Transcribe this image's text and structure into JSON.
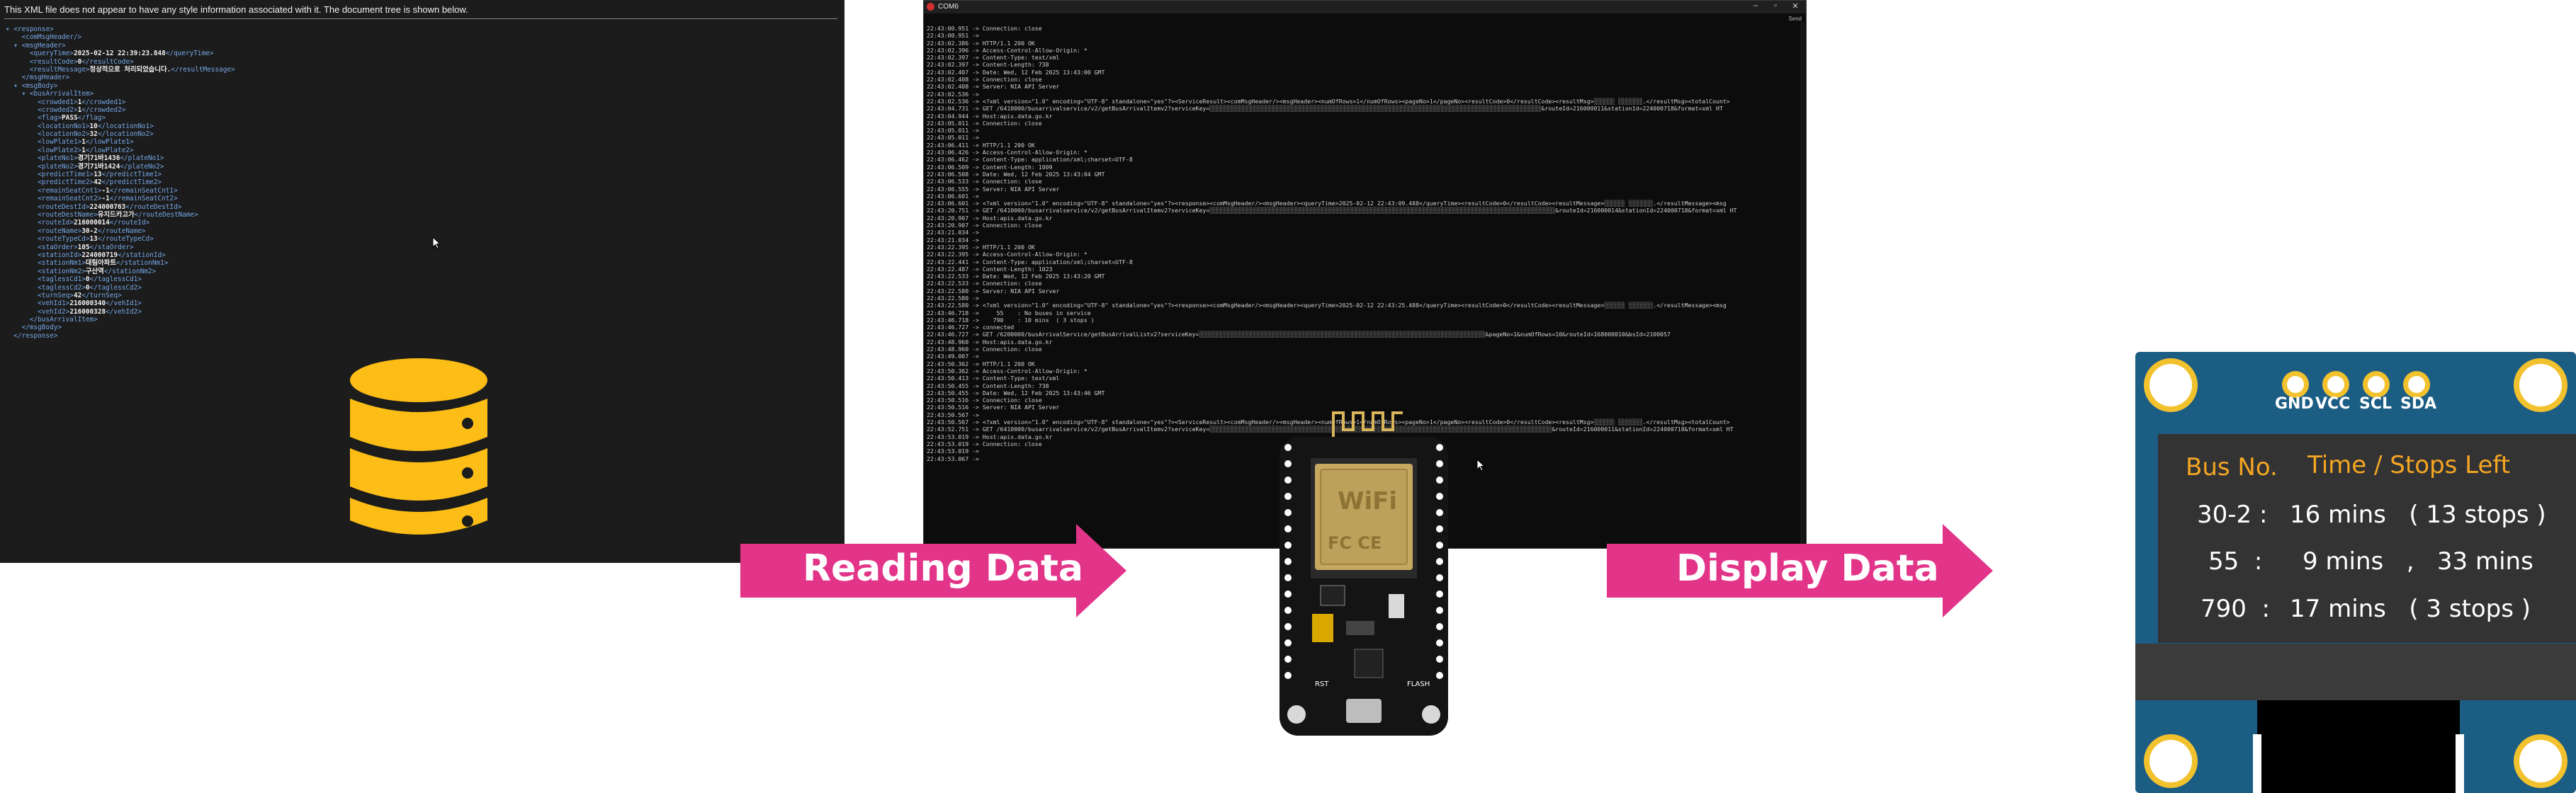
{
  "xml_view": {
    "notice": "This XML file does not appear to have any style information associated with it. The document tree is shown below.",
    "lines": [
      {
        "t": "▾ <response>"
      },
      {
        "t": "    <comMsgHeader/>"
      },
      {
        "t": "  ▾ <msgHeader>"
      },
      {
        "t": "      <queryTime>",
        "v": "2025-02-12 22:39:23.848",
        "c": "</queryTime>"
      },
      {
        "t": "      <resultCode>",
        "v": "0",
        "c": "</resultCode>"
      },
      {
        "t": "      <resultMessage>",
        "v": "정상적으로 처리되었습니다.",
        "c": "</resultMessage>"
      },
      {
        "t": "    </msgHeader>"
      },
      {
        "t": "  ▾ <msgBody>"
      },
      {
        "t": "    ▾ <busArrivalItem>"
      },
      {
        "t": "        <crowded1>",
        "v": "1",
        "c": "</crowded1>"
      },
      {
        "t": "        <crowded2>",
        "v": "1",
        "c": "</crowded2>"
      },
      {
        "t": "        <flag>",
        "v": "PASS",
        "c": "</flag>"
      },
      {
        "t": "        <locationNo1>",
        "v": "10",
        "c": "</locationNo1>"
      },
      {
        "t": "        <locationNo2>",
        "v": "32",
        "c": "</locationNo2>"
      },
      {
        "t": "        <lowPlate1>",
        "v": "1",
        "c": "</lowPlate1>"
      },
      {
        "t": "        <lowPlate2>",
        "v": "1",
        "c": "</lowPlate2>"
      },
      {
        "t": "        <plateNo1>",
        "v": "경기71바1436",
        "c": "</plateNo1>"
      },
      {
        "t": "        <plateNo2>",
        "v": "경기71바1424",
        "c": "</plateNo2>"
      },
      {
        "t": "        <predictTime1>",
        "v": "13",
        "c": "</predictTime1>"
      },
      {
        "t": "        <predictTime2>",
        "v": "42",
        "c": "</predictTime2>"
      },
      {
        "t": "        <remainSeatCnt1>",
        "v": "-1",
        "c": "</remainSeatCnt1>"
      },
      {
        "t": "        <remainSeatCnt2>",
        "v": "-1",
        "c": "</remainSeatCnt2>"
      },
      {
        "t": "        <routeDestId>",
        "v": "224000763",
        "c": "</routeDestId>"
      },
      {
        "t": "        <routeDestName>",
        "v": "유지드카고가",
        "c": "</routeDestName>"
      },
      {
        "t": "        <routeId>",
        "v": "216000014",
        "c": "</routeId>"
      },
      {
        "t": "        <routeName>",
        "v": "30-2",
        "c": "</routeName>"
      },
      {
        "t": "        <routeTypeCd>",
        "v": "13",
        "c": "</routeTypeCd>"
      },
      {
        "t": "        <staOrder>",
        "v": "105",
        "c": "</staOrder>"
      },
      {
        "t": "        <stationId>",
        "v": "224000719",
        "c": "</stationId>"
      },
      {
        "t": "        <stationNm1>",
        "v": "대림아파트",
        "c": "</stationNm1>"
      },
      {
        "t": "        <stationNm2>",
        "v": "구산역",
        "c": "</stationNm2>"
      },
      {
        "t": "        <taglessCd1>",
        "v": "0",
        "c": "</taglessCd1>"
      },
      {
        "t": "        <taglessCd2>",
        "v": "0",
        "c": "</taglessCd2>"
      },
      {
        "t": "        <turnSeq>",
        "v": "42",
        "c": "</turnSeq>"
      },
      {
        "t": "        <vehId1>",
        "v": "216000340",
        "c": "</vehId1>"
      },
      {
        "t": "        <vehId2>",
        "v": "216000328",
        "c": "</vehId2>"
      },
      {
        "t": "      </busArrivalItem>"
      },
      {
        "t": "    </msgBody>"
      },
      {
        "t": "  </response>"
      }
    ]
  },
  "terminal": {
    "title": "COM6",
    "send_label": "Send",
    "lines": [
      "22:43:00.951 -> Connection: close",
      "22:43:00.951 ->",
      "22:43:02.386 -> HTTP/1.1 200 OK",
      "22:43:02.396 -> Access-Control-Allow-Origin: *",
      "22:43:02.397 -> Content-Type: text/xml",
      "22:43:02.397 -> Content-Length: 738",
      "22:43:02.407 -> Date: Wed, 12 Feb 2025 13:43:00 GMT",
      "22:43:02.408 -> Connection: close",
      "22:43:02.408 -> Server: NIA API Server",
      "22:43:02.536 ->",
      "22:43:02.536 -> <?xml version=\"1.0\" encoding=\"UTF-8\" standalone=\"yes\"?><ServiceResult><comMsgHeader/><msgHeader><numOfRows>1</numOfRows><pageNo>1</pageNo><resultCode>0</resultCode><resultMsg>░░░░░░ ░░░░░░░.</resultMsg><totalCount>",
      "22:43:04.731 -> GET /6410000/busarrivalservice/v2/getBusArrivalItemv2?serviceKey=░░░░░░░░░░░░░░░░░░░░░░░░░░░░░░░░░░░░░░░░░░░░░░░░░░░░░░░░░░░░░░░░░░░░░░░░░░░░░░░░░░░░░░░░░░░░░░░&routeId=216000011&stationId=224000718&format=xml HT",
      "22:43:04.944 -> Host:apis.data.go.kr",
      "22:43:05.011 -> Connection: close",
      "22:43:05.011 ->",
      "22:43:05.011 ->",
      "22:43:06.411 -> HTTP/1.1 200 OK",
      "22:43:06.426 -> Access-Control-Allow-Origin: *",
      "22:43:06.462 -> Content-Type: application/xml;charset=UTF-8",
      "22:43:06.509 -> Content-Length: 1009",
      "22:43:06.508 -> Date: Wed, 12 Feb 2025 13:43:04 GMT",
      "22:43:06.533 -> Connection: close",
      "22:43:06.555 -> Server: NIA API Server",
      "22:43:06.601 ->",
      "22:43:06.601 -> <?xml version=\"1.0\" encoding=\"UTF-8\" standalone=\"yes\"?><response><comMsgHeader/><msgHeader><queryTime>2025-02-12 22:43:09.488</queryTime><resultCode>0</resultCode><resultMessage>░░░░░░ ░░░░░░░.</resultMessage><msg",
      "22:43:20.751 -> GET /6410000/busarrivalservice/v2/getBusArrivalItemv2?serviceKey=░░░░░░░░░░░░░░░░░░░░░░░░░░░░░░░░░░░░░░░░░░░░░░░░░░░░░░░░░░░░░░░░░░░░░░░░░░░░░░░░░░░░░░░░░░░░░░░░░░░&routeId=216000014&stationId=224000718&format=xml HT",
      "22:43:20.907 -> Host:apis.data.go.kr",
      "22:43:20.907 -> Connection: close",
      "22:43:21.034 ->",
      "22:43:21.034 ->",
      "22:43:22.395 -> HTTP/1.1 200 OK",
      "22:43:22.395 -> Access-Control-Allow-Origin: *",
      "22:43:22.441 -> Content-Type: application/xml;charset=UTF-8",
      "22:43:22.487 -> Content-Length: 1023",
      "22:43:22.533 -> Date: Wed, 12 Feb 2025 13:43:20 GMT",
      "22:43:22.533 -> Connection: close",
      "22:43:22.580 -> Server: NIA API Server",
      "22:43:22.580 ->",
      "22:43:22.580 -> <?xml version=\"1.0\" encoding=\"UTF-8\" standalone=\"yes\"?><response><comMsgHeader/><msgHeader><queryTime>2025-02-12 22:43:25.488</queryTime><resultCode>0</resultCode><resultMessage>░░░░░░ ░░░░░░░.</resultMessage><msg",
      "22:43:46.718 ->     55    : No buses in service",
      "22:43:46.718 ->    790    : 10 mins  ( 3 stops )",
      "22:43:46.727 -> connected",
      "22:43:46.727 -> GET /6200000/busArrivalService/getBusArrivalListv2?serviceKey=░░░░░░░░░░░░░░░░░░░░░░░░░░░░░░░░░░░░░░░░░░░░░░░░░░░░░░░░░░░░░░░░░░░░░░░░░░░░░░░░░░&pageNo=1&numOfRows=10&routeId=168000010&bsId=2100057",
      "22:43:48.960 -> Host:apis.data.go.kr",
      "22:43:48.960 -> Connection: close",
      "22:43:49.007 ->",
      "22:43:50.362 -> HTTP/1.1 200 OK",
      "22:43:50.362 -> Access-Control-Allow-Origin: *",
      "22:43:50.413 -> Content-Type: text/xml",
      "22:43:50.455 -> Content-Length: 738",
      "22:43:50.455 -> Date: Wed, 12 Feb 2025 13:43:46 GMT",
      "22:43:50.516 -> Connection: close",
      "22:43:50.516 -> Server: NIA API Server",
      "22:43:50.567 ->",
      "22:43:50.567 -> <?xml version=\"1.0\" encoding=\"UTF-8\" standalone=\"yes\"?><ServiceResult><comMsgHeader/><msgHeader><numOfRows>1</numOfRows><pageNo>1</pageNo><resultCode>0</resultCode><resultMsg>░░░░░░ ░░░░░░░.</resultMsg><totalCount>",
      "22:43:52.751 -> GET /6410000/busarrivalservice/v2/getBusArrivalItemv2?serviceKey=░░░░░░░░░░░░░░░░░░░░░░░░░░░░░░░░░░░░░░░░░░░░░░░░░░░░░░░░░░░░░░░░░░░░░░░░░░░░░░░░░░░░░░░░░░░░░░░░░░&routeId=216000011&stationId=224000718&format=xml HT",
      "22:43:53.019 -> Host:apis.data.go.kr",
      "22:43:53.019 -> Connection: close",
      "22:43:53.019 ->",
      "22:43:53.067 ->"
    ]
  },
  "flow": {
    "reading_label": "Reading Data",
    "display_label": "Display Data",
    "arrow_color": "#e23489"
  },
  "esp_module": {
    "shield_text": "WiFi",
    "cert_text": "FC CE",
    "left_button": "RST",
    "right_button": "FLASH"
  },
  "oled": {
    "pins": [
      "GND",
      "VCC",
      "SCL",
      "SDA"
    ],
    "header_bus": "Bus No.",
    "header_time": "Time / Stops Left",
    "rows": [
      {
        "bus": "30-2 :",
        "info": "16 mins   ( 13 stops )"
      },
      {
        "bus": "55  :",
        "info": "9 mins   ,   33 mins"
      },
      {
        "bus": "790  :",
        "info": "17 mins   ( 3 stops )"
      }
    ],
    "header_color": "#f5a623",
    "board_color": "#1c5d84"
  }
}
